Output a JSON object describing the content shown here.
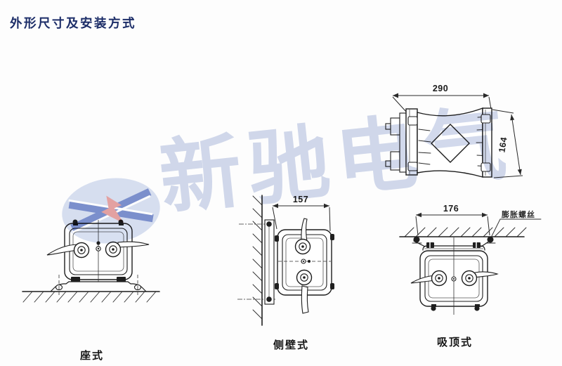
{
  "title": "外形尺寸及安装方式",
  "watermark": {
    "text": "新驰电气"
  },
  "drawings": {
    "horn_side_view": {
      "dim_width": "290",
      "dim_height": "164"
    },
    "seat_mount": {
      "caption": "座式"
    },
    "wall_mount": {
      "caption": "侧壁式",
      "dim_width": "157"
    },
    "ceiling_mount": {
      "caption": "吸顶式",
      "dim_width": "176",
      "bolt_label": "膨胀螺丝"
    }
  },
  "colors": {
    "title_text": "#1c2d68",
    "watermark_blue": "#b6c2e1",
    "logo_blue": "#4a66bb",
    "logo_red": "#dc7f7f",
    "line_art": "#1d1d1d",
    "page_background": "#fdfdfd"
  }
}
